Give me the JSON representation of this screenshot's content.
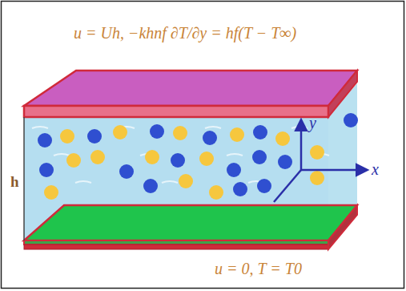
{
  "diagram": {
    "labels": [
      "u = Uh, −khnf ∂T/∂y = hf(T − T∞)",
      "h",
      "y",
      "x",
      "u = 0,  T = T0"
    ]
  }
}
